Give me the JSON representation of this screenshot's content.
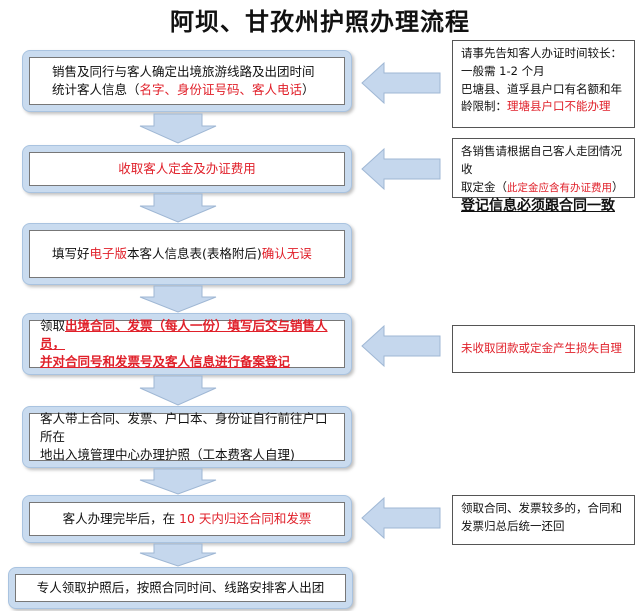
{
  "title": "阿坝、甘孜州护照办理流程",
  "colors": {
    "box_frame": "#c9dbef",
    "arrow_fill": "#c5d7ed",
    "highlight": "#e0202a"
  },
  "steps": [
    {
      "line1": "销售及同行与客人确定出境旅游线路及出团时间",
      "line2_prefix": "统计客人信息（",
      "line2_red": "名字、身份证号码、客人电话",
      "line2_suffix": "）"
    },
    {
      "red": "收取客人定金及办证费用"
    },
    {
      "prefix": "填写好",
      "red1": "电子版",
      "middle": "本客人信息表(表格附后)",
      "red2": "确认无误"
    },
    {
      "prefix": "领取",
      "red_line1": "出境合同、发票（每人一份）填写后交与销售人员，",
      "red_line2": "并对合同号和发票号及客人信息进行备案登记"
    },
    {
      "line1": "客人带上合同、发票、户口本、身份证自行前往户口所在",
      "line2": "地出入境管理中心办理护照（工本费客人自理)"
    },
    {
      "prefix": "客人办理完毕后，在 ",
      "red": "10 天内归还合同和发票"
    },
    {
      "text": "专人领取护照后，按照合同时间、线路安排客人出团"
    }
  ],
  "notes": [
    {
      "line1": "请事先告知客人办证时间较长：",
      "line2": "一般需 1-2 个月",
      "line3": "巴塘县、道孚县户口有名额和年",
      "line4_prefix": "龄限制：",
      "line4_red": "理塘县户口不能办理"
    },
    {
      "line1": "各销售请根据自己客人走团情况收",
      "line2_prefix": "取定金（",
      "line2_red": "此定金应含有办证费用",
      "line2_suffix": "）",
      "line3": "登记信息必须跟合同一致"
    },
    {
      "red": "未收取团款或定金产生损失自理"
    },
    {
      "line1": "领取合同、发票较多的，合同和",
      "line2": "发票归总后统一还回"
    }
  ]
}
